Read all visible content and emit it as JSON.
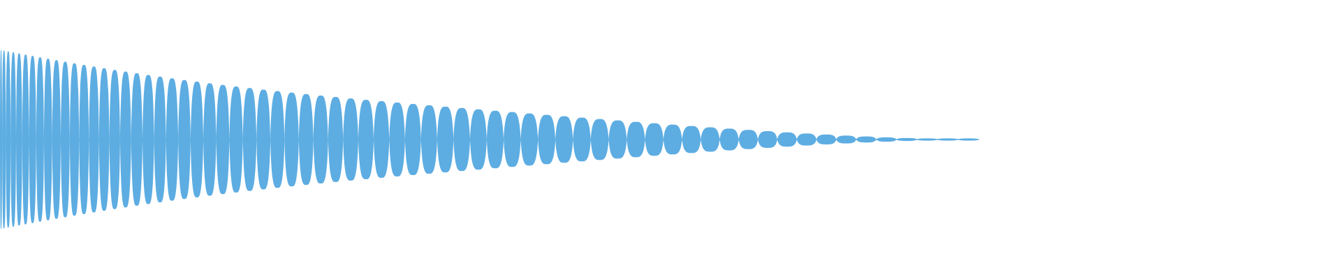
{
  "waveform": {
    "color": "#5dade2",
    "background": "#ffffff",
    "cycles": 68,
    "peak_amplitude": 0.82,
    "decay_profile": "exponential-chirp",
    "end_fraction": 0.73
  }
}
